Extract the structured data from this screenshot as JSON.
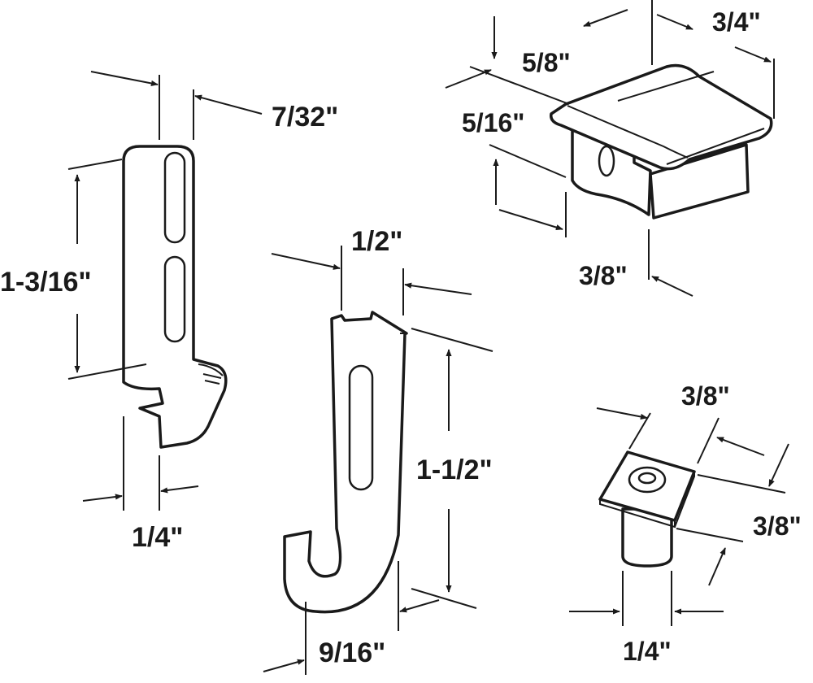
{
  "colors": {
    "ink": "#1a1a1a",
    "background": "#ffffff"
  },
  "parts": [
    {
      "id": "clip",
      "dimensions": {
        "height": "1-3/16\"",
        "thickness": "7/32\"",
        "width": "1/4\""
      }
    },
    {
      "id": "j-hook",
      "dimensions": {
        "width": "1/2\"",
        "height": "1-1/2\"",
        "depth": "9/16\""
      }
    },
    {
      "id": "guide-block",
      "dimensions": {
        "length": "3/4\"",
        "top_width": "5/8\"",
        "lip": "5/16\"",
        "base": "3/8\""
      }
    },
    {
      "id": "flanged-pin",
      "dimensions": {
        "flange_width": "3/8\"",
        "flange_depth": "3/8\"",
        "shank": "1/4\""
      }
    }
  ]
}
